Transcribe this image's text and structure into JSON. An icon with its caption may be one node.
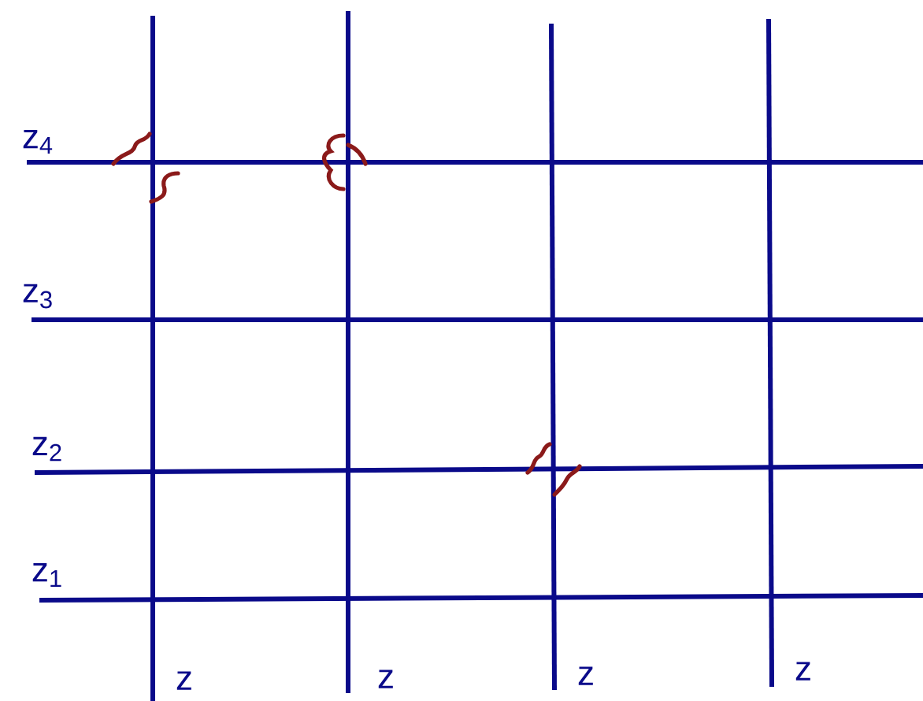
{
  "diagram": {
    "labels": [
      "z$_{4}$",
      "z$_{3}$",
      "z$_{2}$",
      "z$_{1}$",
      "z",
      "z",
      "z",
      "z"
    ]
  }
}
